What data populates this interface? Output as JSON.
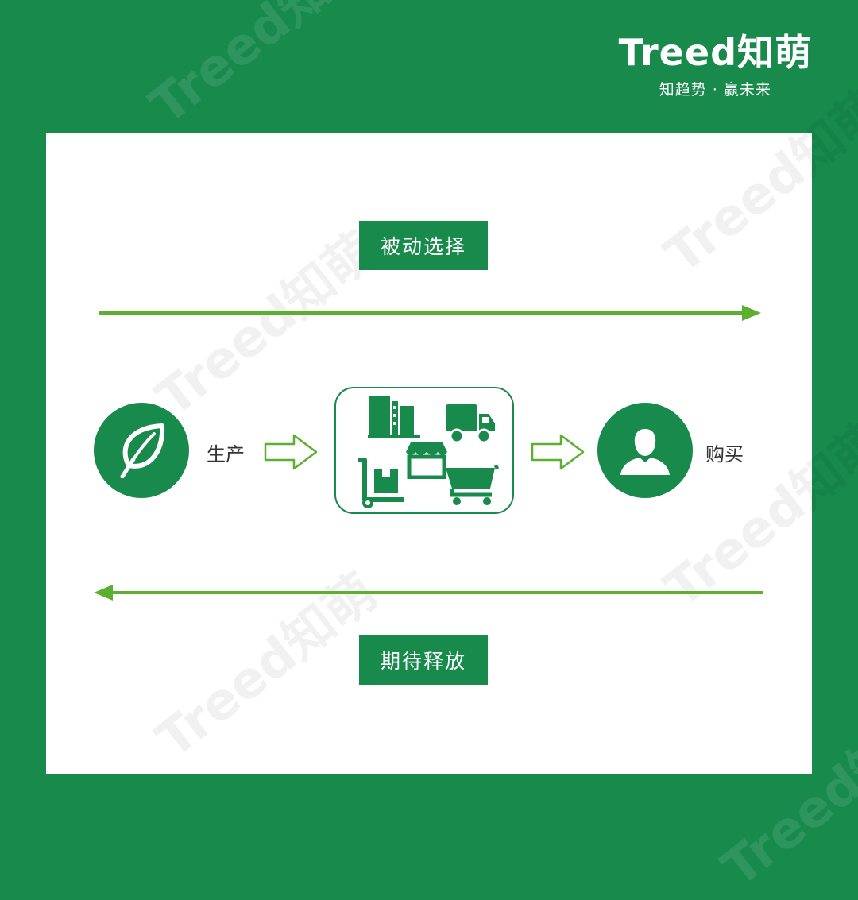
{
  "brand": {
    "logo": "Treed知萌",
    "slogan": "知趋势 · 赢未来"
  },
  "watermark_text": "Treed知萌",
  "diagram": {
    "top_label": "被动选择",
    "bottom_label": "期待释放",
    "producer_label": "生产",
    "consumer_label": "购买",
    "icons": {
      "producer": "leaf-icon",
      "channel": [
        "factory-icon",
        "truck-icon",
        "store-icon",
        "hand-truck-icon",
        "shopping-cart-icon"
      ],
      "consumer": "person-icon"
    }
  },
  "colors": {
    "brand_green": "#178a4c",
    "arrow_green": "#5caf2f",
    "panel_bg": "#ffffff"
  }
}
